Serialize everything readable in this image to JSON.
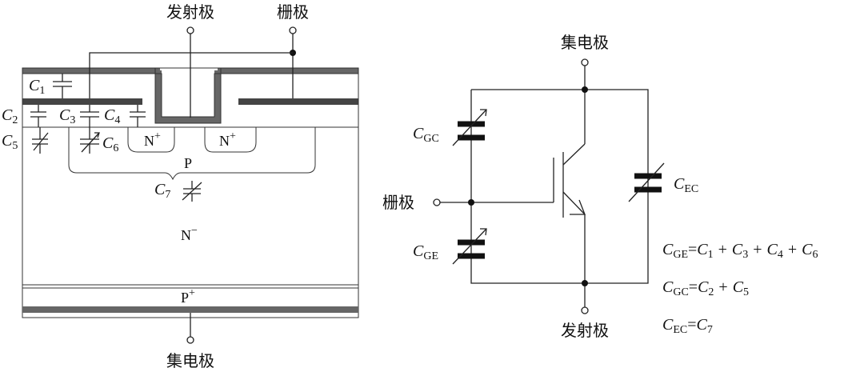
{
  "cross_section": {
    "emitter_label": "发射极",
    "gate_label": "栅极",
    "collector_label": "集电极",
    "regions": {
      "n_plus_left": "N",
      "n_plus_right": "N",
      "n_plus_sup": "+",
      "p_well": "P",
      "n_minus": "N",
      "n_minus_sup": "−",
      "p_plus": "P",
      "p_plus_sup": "+"
    },
    "caps": {
      "c1": "C",
      "c1_sub": "1",
      "c2": "C",
      "c2_sub": "2",
      "c3": "C",
      "c3_sub": "3",
      "c4": "C",
      "c4_sub": "4",
      "c5": "C",
      "c5_sub": "5",
      "c6": "C",
      "c6_sub": "6",
      "c7": "C",
      "c7_sub": "7"
    }
  },
  "equivalent_circuit": {
    "collector_label": "集电极",
    "gate_label": "栅极",
    "emitter_label": "发射极",
    "cgc": "C",
    "cgc_sub": "GC",
    "cge": "C",
    "cge_sub": "GE",
    "cec": "C",
    "cec_sub": "EC"
  },
  "equations": [
    {
      "lhs": "C",
      "lhs_sub": "GE",
      "rhs": [
        "C1",
        "C3",
        "C4",
        "C6"
      ]
    },
    {
      "lhs": "C",
      "lhs_sub": "GC",
      "rhs": [
        "C2",
        "C5"
      ]
    },
    {
      "lhs": "C",
      "lhs_sub": "EC",
      "rhs": [
        "C7"
      ]
    }
  ],
  "eq_text": {
    "e1_lhs": "C",
    "e1_lhs_sub": "GE",
    "e1_t1": "C",
    "e1_t1_sub": "1",
    "e1_t2": "C",
    "e1_t2_sub": "3",
    "e1_t3": "C",
    "e1_t3_sub": "4",
    "e1_t4": "C",
    "e1_t4_sub": "6",
    "e2_lhs": "C",
    "e2_lhs_sub": "GC",
    "e2_t1": "C",
    "e2_t1_sub": "2",
    "e2_t2": "C",
    "e2_t2_sub": "5",
    "e3_lhs": "C",
    "e3_lhs_sub": "EC",
    "e3_t1": "C",
    "e3_t1_sub": "7",
    "equals": "=",
    "plus": "+"
  }
}
